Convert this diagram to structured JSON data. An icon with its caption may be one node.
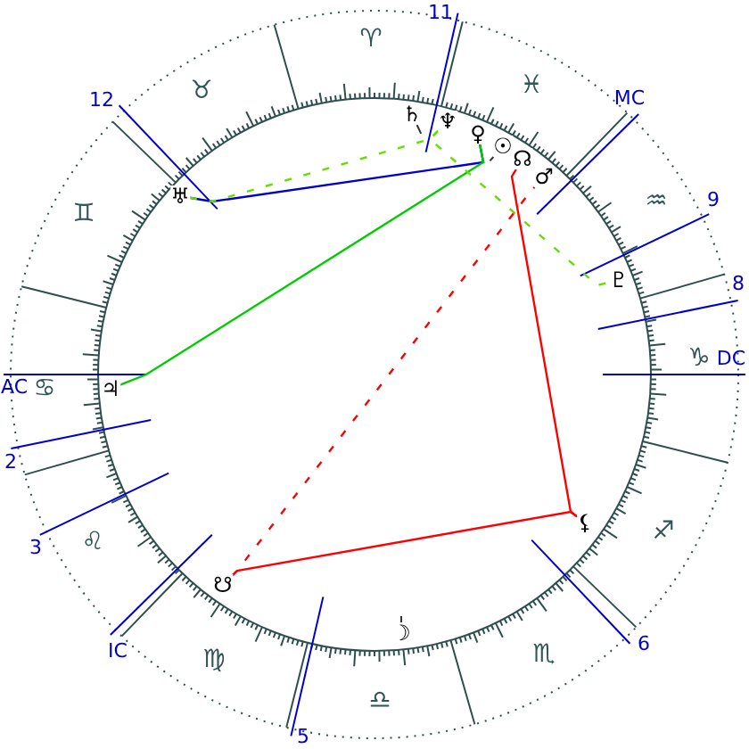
{
  "diagram": {
    "nodes": [
      {
        "text": [
          "♄"
        ]
      },
      {
        "text": [
          "♆"
        ]
      },
      {
        "text": [
          "♀"
        ]
      },
      {
        "text": [
          "☉"
        ]
      },
      {
        "text": [
          "☊"
        ]
      },
      {
        "text": [
          "♂"
        ]
      },
      {
        "text": [
          "♅"
        ]
      },
      {
        "text": [
          "♇"
        ]
      },
      {
        "text": [
          "♃"
        ]
      },
      {
        "text": [
          "⚸"
        ]
      },
      {
        "text": [
          "☋"
        ]
      },
      {
        "text": [
          "☽"
        ]
      }
    ],
    "edges": [
      {
        "from": 6,
        "to": 2,
        "arrow": "none",
        "color": "#0000cc"
      },
      {
        "from": 8,
        "to": 2,
        "arrow": "none",
        "color": "#00cc00"
      },
      {
        "from": 6,
        "to": 1,
        "arrow": "none",
        "style": "dashed",
        "color": "#66dd00"
      },
      {
        "from": 1,
        "to": 7,
        "arrow": "none",
        "style": "dashed",
        "color": "#66dd00"
      },
      {
        "from": 4,
        "to": 9,
        "arrow": "none",
        "color": "#ff0000"
      },
      {
        "from": 9,
        "to": 10,
        "arrow": "none",
        "color": "#ff0000"
      },
      {
        "from": 10,
        "to": 5,
        "arrow": "none",
        "style": "dashed",
        "color": "#ff0000"
      }
    ],
    "labels": [
      "11",
      "♈",
      "♓",
      "♉",
      "12",
      "MC",
      "♒",
      "9",
      "♊",
      "8",
      "♑",
      "DC",
      "AC",
      "♋",
      "2",
      "♐",
      "♌",
      "3",
      "6",
      "IC",
      "♏",
      "♍",
      "♎",
      "5"
    ]
  }
}
